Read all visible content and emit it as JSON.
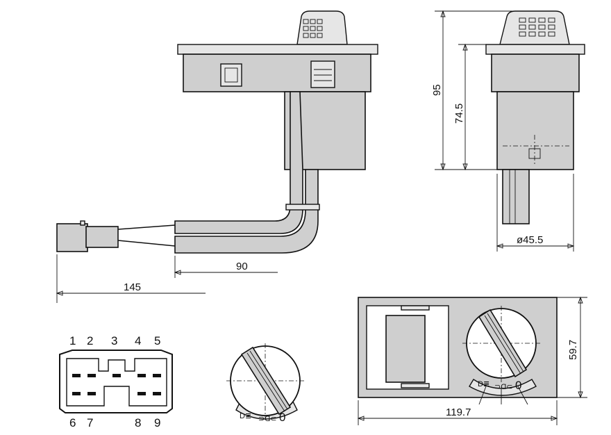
{
  "dimensions": {
    "height_overall": "95",
    "height_body": "74.5",
    "diameter": "ø45.5",
    "cable_bend": "90",
    "cable_total": "145",
    "panel_width": "119.7",
    "panel_height": "59.7"
  },
  "pins": {
    "top": [
      "1",
      "2",
      "3",
      "4",
      "5"
    ],
    "bottom": [
      "6",
      "7",
      "8",
      "9"
    ]
  },
  "switch_positions": {
    "off": "0",
    "parking_symbol": "⊃Ɑ⊂",
    "headlight_symbol": "D≣"
  }
}
